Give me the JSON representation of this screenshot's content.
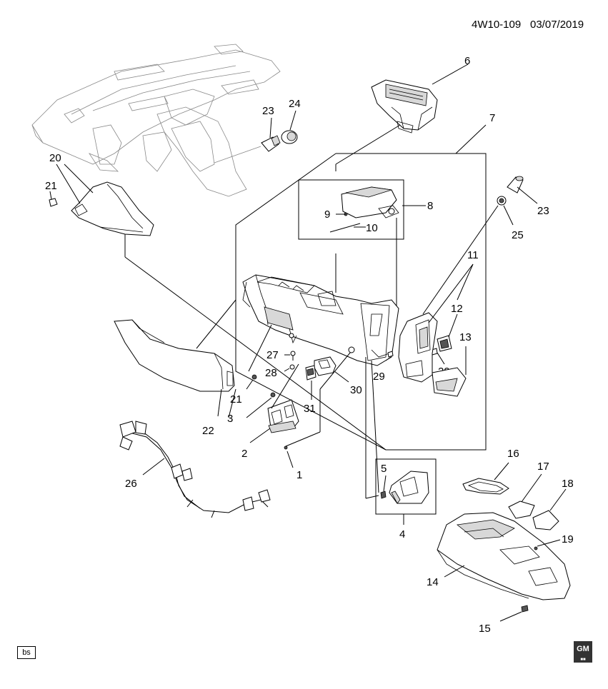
{
  "header": {
    "diagram_id": "4W10-109",
    "date": "03/07/2019"
  },
  "callouts": {
    "c1": "1",
    "c2": "2",
    "c3": "3",
    "c4": "4",
    "c5": "5",
    "c6": "6",
    "c7": "7",
    "c8": "8",
    "c9": "9",
    "c10": "10",
    "c11": "11",
    "c12": "12",
    "c13": "13",
    "c14": "14",
    "c15": "15",
    "c16": "16",
    "c17": "17",
    "c18": "18",
    "c19": "19",
    "c20": "20",
    "c21a": "21",
    "c21b": "21",
    "c22": "22",
    "c23a": "23",
    "c23b": "23",
    "c24": "24",
    "c25": "25",
    "c26": "26",
    "c27": "27",
    "c28": "28",
    "c29a": "29",
    "c29b": "29",
    "c30": "30",
    "c31": "31"
  },
  "footer": {
    "bs_label": "bs",
    "logo_text": "GM"
  },
  "colors": {
    "line": "#000000",
    "background": "#ffffff",
    "shade": "#d8d8d8"
  }
}
